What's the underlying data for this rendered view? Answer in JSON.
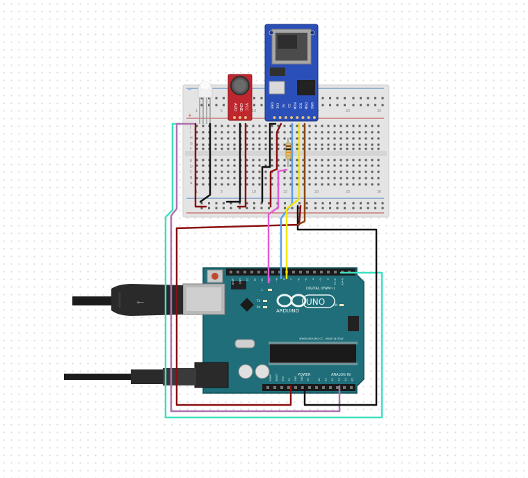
{
  "breadboard": {
    "row_labels_top": [
      "J",
      "I",
      "H",
      "G",
      "F"
    ],
    "row_labels_bottom": [
      "E",
      "D",
      "C",
      "B",
      "A"
    ],
    "col_labels": [
      "1",
      "5",
      "10",
      "15",
      "20",
      "25",
      "30"
    ],
    "rail_plus": "+",
    "rail_minus": "−"
  },
  "microphone": {
    "pin_labels": [
      "AUD",
      "GND",
      "VCC"
    ],
    "color": "#c0262d"
  },
  "sd_module": {
    "pin_labels": [
      "GND",
      "3V3",
      "5V",
      "CS",
      "MOSI",
      "SCK",
      "MISO",
      "GND"
    ],
    "color": "#2b4fb8"
  },
  "resistor": {
    "bands": [
      "#8b4513",
      "#000000",
      "#ff8c00",
      "#d4af37"
    ]
  },
  "arduino": {
    "brand": "ARDUINO",
    "model": "UNO",
    "digital_label": "DIGITAL (PWM~)",
    "digital_pins": [
      "AREF",
      "GND",
      "13",
      "12",
      "~11",
      "~10",
      "~9",
      "8",
      "7",
      "~6",
      "~5",
      "4",
      "~3",
      "2",
      "TX→1",
      "RX←0"
    ],
    "power_label": "POWER",
    "power_pins": [
      "IOREF",
      "RESET",
      "3V3",
      "5V",
      "GND",
      "GND",
      "Vin"
    ],
    "analog_label": "ANALOG IN",
    "analog_pins": [
      "A0",
      "A1",
      "A2",
      "A3",
      "A4",
      "A5"
    ],
    "url": "WWW.ARDUINO.CC - MADE IN ITALY",
    "led_labels": [
      "L",
      "TX",
      "RX",
      "ON"
    ],
    "board_color": "#1f6e7a"
  },
  "wire_colors": {
    "red": "#8b1010",
    "black": "#111111",
    "pink": "#e45ad8",
    "blue": "#5aa0e6",
    "yellow": "#f2e600",
    "brown": "#8b4513",
    "teal": "#3ee0c0",
    "purple": "#b070b0"
  }
}
